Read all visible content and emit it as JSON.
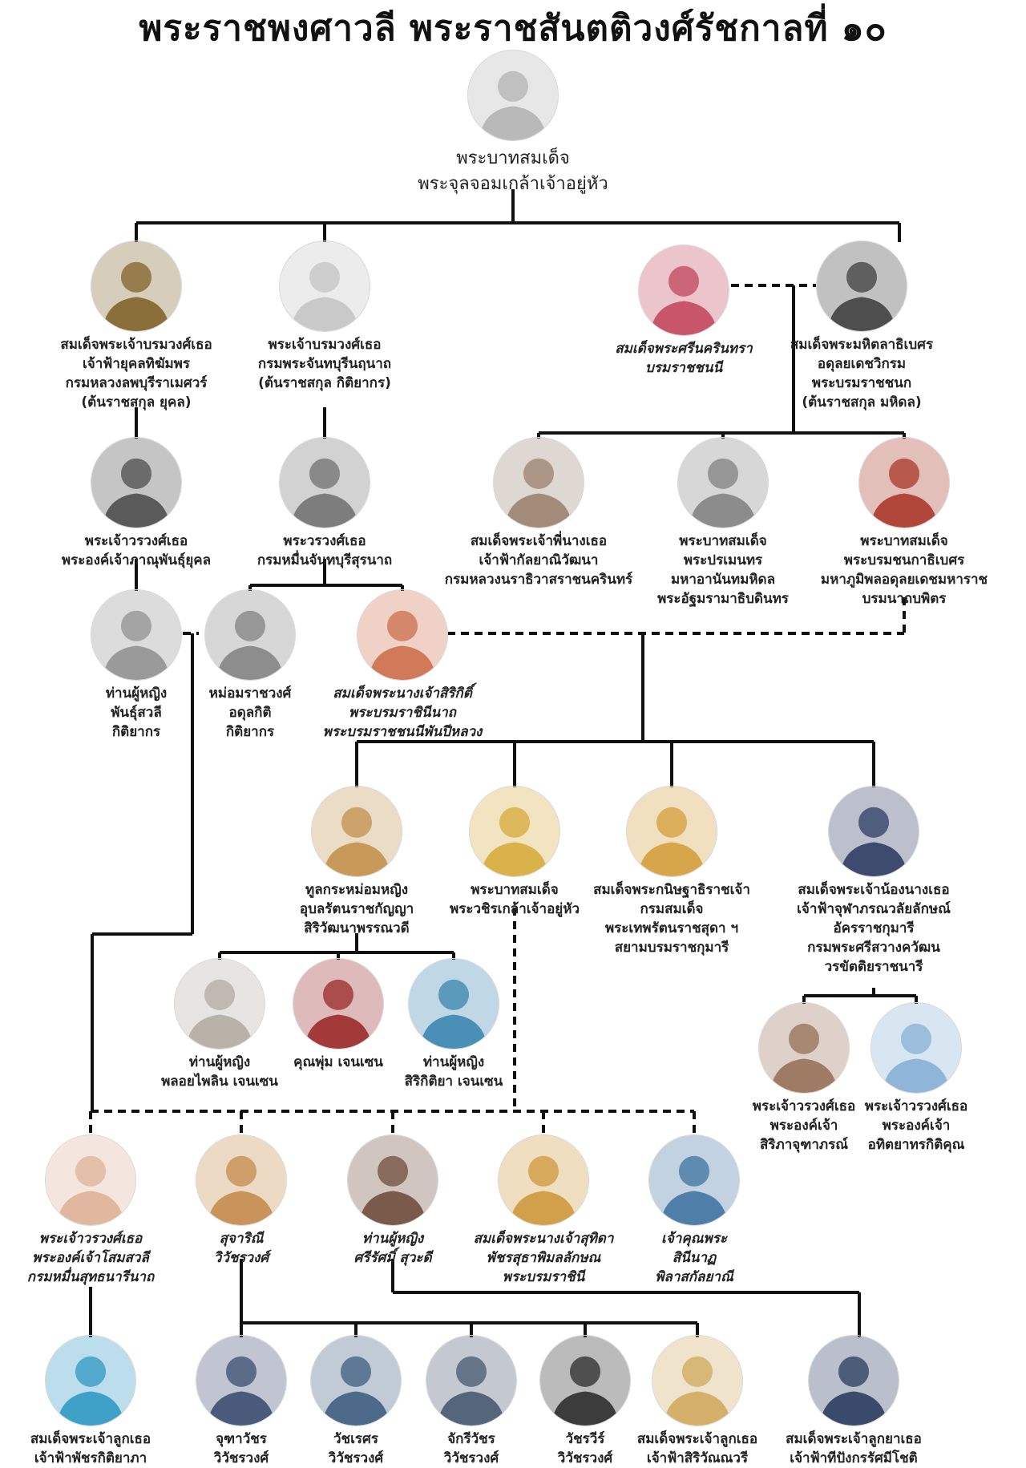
{
  "title": "พระราชพงศาวลี พระราชสันตติวงศ์รัชกาลที่ ๑๐",
  "colors": {
    "line": "#111111",
    "text": "#222222",
    "background": "#ffffff"
  },
  "people": {
    "rama5": {
      "lines": [
        "พระบาทสมเด็จ",
        "พระจุลจอมเกล้าเจ้าอยู่หัว"
      ],
      "tone": "#b9b9b9"
    },
    "yukol": {
      "lines": [
        "สมเด็จพระเจ้าบรมวงศ์เธอ",
        "เจ้าฟ้ายุคลทิฆัมพร",
        "กรมหลวงลพบุรีราเมศวร์",
        "(ต้นราชสกุล ยุคล)"
      ],
      "tone": "#8a6f3a"
    },
    "kitiyakara": {
      "lines": [
        "พระเจ้าบรมวงศ์เธอ",
        "กรมพระจันทบุรีนฤนาถ",
        "(ต้นราชสกุล กิติยากร)"
      ],
      "tone": "#c9c9c9"
    },
    "srinagarindra": {
      "lines": [
        "สมเด็จพระศรีนครินทรา",
        "บรมราชชนนี"
      ],
      "tone": "#c8556a"
    },
    "mahidol": {
      "lines": [
        "สมเด็จพระมหิตลาธิเบศร",
        "อดุลยเดชวิกรม",
        "พระบรมราชชนก",
        "(ต้นราชสกุล มหิดล)"
      ],
      "tone": "#4e4e4e"
    },
    "bhanubandhu": {
      "lines": [
        "พระเจ้าวรวงศ์เธอ",
        "พระองค์เจ้าภาณุพันธุ์ยุคล"
      ],
      "tone": "#5a5a5a"
    },
    "nakkhatra": {
      "lines": [
        "พระวรวงศ์เธอ",
        "กรมหมื่นจันทบุรีสุรนาถ"
      ],
      "tone": "#7d7d7d"
    },
    "galyani": {
      "lines": [
        "สมเด็จพระเจ้าพี่นางเธอ",
        "เจ้าฟ้ากัลยาณิวัฒนา",
        "กรมหลวงนราธิวาสราชนครินทร์"
      ],
      "tone": "#a38b7a"
    },
    "rama8": {
      "lines": [
        "พระบาทสมเด็จ",
        "พระปรเมนทร",
        "มหาอานันทมหิดล",
        "พระอัฐมรามาธิบดินทร"
      ],
      "tone": "#8c8c8c"
    },
    "rama9": {
      "lines": [
        "พระบาทสมเด็จ",
        "พระบรมชนกาธิเบศร",
        "มหาภูมิพลอดุลยเดชมหาราช",
        "บรมนาถบพิตร"
      ],
      "tone": "#b0473a"
    },
    "bandhusavali": {
      "lines": [
        "ท่านผู้หญิง",
        "พันธุ์สวลี",
        "กิติยากร"
      ],
      "tone": "#9a9a9a"
    },
    "adulakit": {
      "lines": [
        "หม่อมราชวงศ์",
        "อดุลกิติ",
        "กิติยากร"
      ],
      "tone": "#8d8d8d"
    },
    "sirikit": {
      "lines": [
        "สมเด็จพระนางเจ้าสิริกิติ์",
        "พระบรมราชินีนาถ",
        "พระบรมราชชนนีพันปีหลวง"
      ],
      "tone": "#d07a5a"
    },
    "ubolratana": {
      "lines": [
        "ทูลกระหม่อมหญิง",
        "อุบลรัตนราชกัญญา",
        "สิริวัฒนาพรรณวดี"
      ],
      "tone": "#c79a5a"
    },
    "rama10": {
      "lines": [
        "พระบาทสมเด็จ",
        "พระวชิรเกล้าเจ้าอยู่หัว"
      ],
      "tone": "#d9b24a"
    },
    "sirindhorn": {
      "lines": [
        "สมเด็จพระกนิษฐาธิราชเจ้า",
        "กรมสมเด็จ",
        "พระเทพรัตนราชสุดา ฯ",
        "สยามบรมราชกุมารี"
      ],
      "tone": "#d8a64a"
    },
    "chulabhorn": {
      "lines": [
        "สมเด็จพระเจ้าน้องนางเธอ",
        "เจ้าฟ้าจุฬาภรณวลัยลักษณ์",
        "อัครราชกุมารี",
        "กรมพระศรีสวางควัฒน",
        "วรขัตติยราชนารี"
      ],
      "tone": "#3e4b6e"
    },
    "ploypailin": {
      "lines": [
        "ท่านผู้หญิง",
        "พลอยไพลิน เจนเซน"
      ],
      "tone": "#b9b2a8"
    },
    "poom": {
      "lines": [
        "คุณพุ่ม เจนเซน"
      ],
      "tone": "#a33a3a"
    },
    "sirikitiya": {
      "lines": [
        "ท่านผู้หญิง",
        "สิริกิติยา เจนเซน"
      ],
      "tone": "#4a8fb5"
    },
    "siribha": {
      "lines": [
        "พระเจ้าวรวงศ์เธอ",
        "พระองค์เจ้า",
        "สิริภาจุฑาภรณ์"
      ],
      "tone": "#a07b64"
    },
    "aditayadorn": {
      "lines": [
        "พระเจ้าวรวงศ์เธอ",
        "พระองค์เจ้า",
        "อทิตยาทรกิติคุณ"
      ],
      "tone": "#8fb6d8"
    },
    "soamsawali": {
      "lines": [
        "พระเจ้าวรวงศ์เธอ",
        "พระองค์เจ้าโสมสวลี",
        "กรมหมื่นสุทธนารีนาถ"
      ],
      "tone": "#e0b8a0"
    },
    "sujarinee": {
      "lines": [
        "สุจาริณี",
        "วิวัชรวงศ์"
      ],
      "tone": "#c9945a"
    },
    "srirasmi": {
      "lines": [
        "ท่านผู้หญิง",
        "ศรีรัศมิ์ สุวะดี"
      ],
      "tone": "#7a5a4a"
    },
    "suthida": {
      "lines": [
        "สมเด็จพระนางเจ้าสุทิดา",
        "พัชรสุธาพิมลลักษณ",
        "พระบรมราชินี"
      ],
      "tone": "#d2a04a"
    },
    "sineenat": {
      "lines": [
        "เจ้าคุณพระ",
        "สินีนาฏ",
        "พิลาสกัลยาณี"
      ],
      "tone": "#4f7fa8"
    },
    "bajrakitiyabha": {
      "lines": [
        "สมเด็จพระเจ้าลูกเธอ",
        "เจ้าฟ้าพัชรกิติยาภา"
      ],
      "tone": "#3fa0c8"
    },
    "juthavachara": {
      "lines": [
        "จุฑาวัชร",
        "วิวัชรวงศ์"
      ],
      "tone": "#4a5a7a"
    },
    "vacharaesorn": {
      "lines": [
        "วัชเรศร",
        "วิวัชรวงศ์"
      ],
      "tone": "#4d6a8a"
    },
    "chakriwat": {
      "lines": [
        "จักรีวัชร",
        "วิวัชรวงศ์"
      ],
      "tone": "#55657a"
    },
    "vatchrawee": {
      "lines": [
        "วัชรวีร์",
        "วิวัชรวงศ์"
      ],
      "tone": "#3c3c3c"
    },
    "sirivannavari": {
      "lines": [
        "สมเด็จพระเจ้าลูกเธอ",
        "เจ้าฟ้าสิริวัณณวรี"
      ],
      "tone": "#d4b06a"
    },
    "dipangkorn": {
      "lines": [
        "สมเด็จพระเจ้าลูกยาเธอ",
        "เจ้าฟ้าทีปังกรรัศมีโชติ"
      ],
      "tone": "#3a4a6a"
    }
  }
}
